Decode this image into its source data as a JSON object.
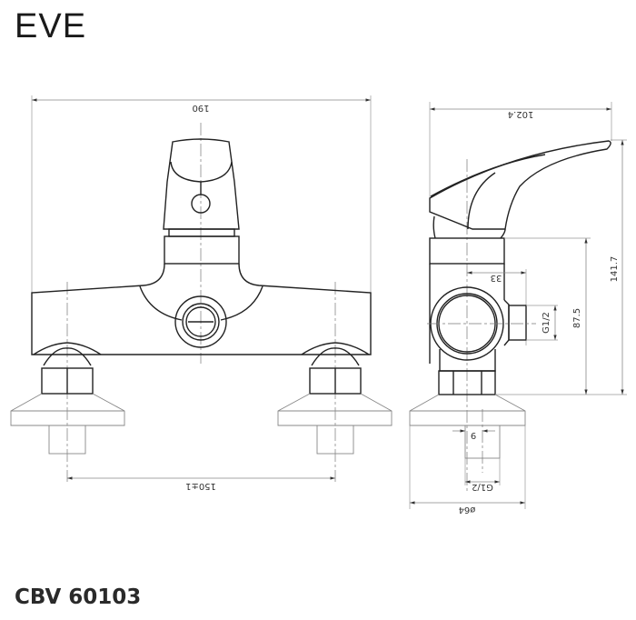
{
  "header": {
    "title": "EVE"
  },
  "footer": {
    "product_code": "CBV 60103"
  },
  "front_view": {
    "dimensions": {
      "overall_width": "190",
      "inlet_spacing": "150±1"
    }
  },
  "side_view": {
    "dimensions": {
      "depth": "102.4",
      "total_height": "141.7",
      "outlet_height": "87.5",
      "outlet_offset": "33",
      "outlet_thread": "G1/2",
      "inlet_thread": "G1/2",
      "inlet_length": "9",
      "escutcheon_diameter": "ø64"
    }
  },
  "colors": {
    "line": "#222222",
    "dimension_line": "#888888",
    "background": "#ffffff"
  }
}
